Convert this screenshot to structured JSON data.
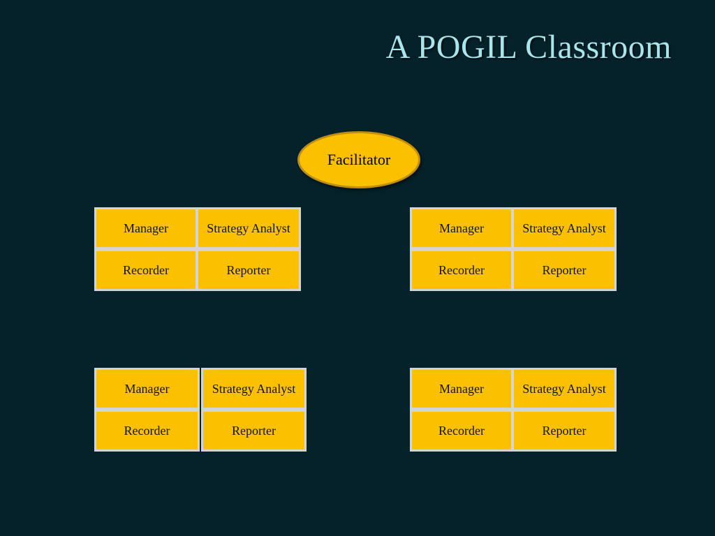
{
  "title": "A POGIL Classroom",
  "facilitator": "Facilitator",
  "groups": [
    {
      "manager": "Manager",
      "strategy": "Strategy Analyst",
      "recorder": "Recorder",
      "reporter": "Reporter"
    },
    {
      "manager": "Manager",
      "strategy": "Strategy Analyst",
      "recorder": "Recorder",
      "reporter": "Reporter"
    },
    {
      "manager": "Manager",
      "strategy": "Strategy Analyst",
      "recorder": "Recorder",
      "reporter": "Reporter"
    },
    {
      "manager": "Manager",
      "strategy": "Strategy Analyst",
      "recorder": "Recorder",
      "reporter": "Reporter"
    }
  ],
  "colors": {
    "background": "#05222a",
    "title": "#a9e6ec",
    "box_fill": "#fbc100",
    "box_border": "#d4d4d4",
    "ellipse_border": "#c18e10"
  }
}
